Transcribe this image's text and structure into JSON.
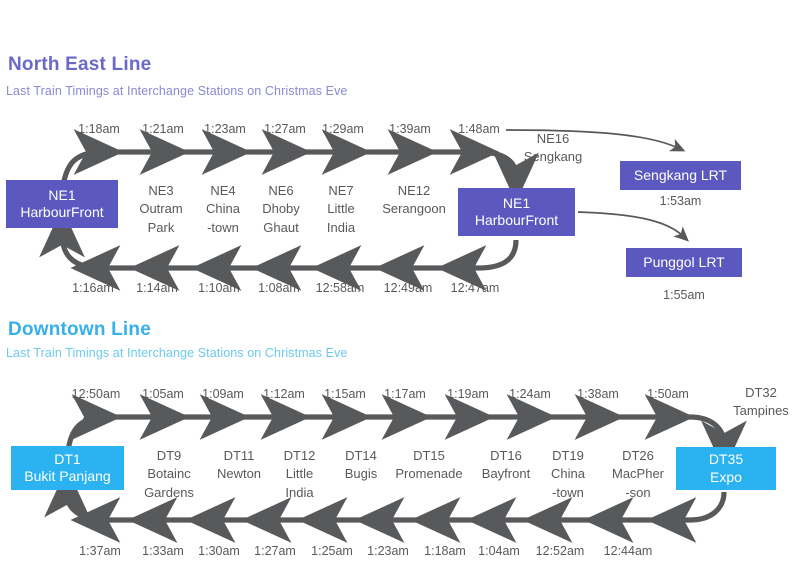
{
  "page": {
    "background": "#ffffff",
    "text_color": "#58595b"
  },
  "sections": [
    {
      "id": "north-east-line",
      "title": "North East Line",
      "subtitle": "Last Train Timings at Interchange Stations on Christmas Eve",
      "title_color": "#6a69c8",
      "subtitle_color": "#8a89d4",
      "box_color": "#5b58c0",
      "terminus_left": {
        "code": "NE1",
        "name": "HarbourFront"
      },
      "terminus_right": {
        "code": "NE1",
        "name": "HarbourFront"
      },
      "branch_label": {
        "code": "NE16",
        "name": "Sengkang"
      },
      "stations": [
        {
          "code": "NE3",
          "name": "Outram",
          "name2": "Park"
        },
        {
          "code": "NE4",
          "name": "China",
          "name2": "-town"
        },
        {
          "code": "NE6",
          "name": "Dhoby",
          "name2": "Ghaut"
        },
        {
          "code": "NE7",
          "name": "Little",
          "name2": "India"
        },
        {
          "code": "NE12",
          "name": "Serangoon",
          "name2": ""
        }
      ],
      "times_top": [
        "1:18am",
        "1:21am",
        "1:23am",
        "1:27am",
        "1:29am",
        "1:39am",
        "1:48am"
      ],
      "times_bottom": [
        "1:16am",
        "1:14am",
        "1:10am",
        "1:08am",
        "12:58am",
        "12:49am",
        "12:47am"
      ],
      "branches": [
        {
          "label": "Sengkang LRT",
          "time": "1:53am"
        },
        {
          "label": "Punggol LRT",
          "time": "1:55am"
        }
      ]
    },
    {
      "id": "downtown-line",
      "title": "Downtown Line",
      "subtitle": "Last Train Timings at Interchange Stations on Christmas Eve",
      "title_color": "#37b0ea",
      "subtitle_color": "#6cc9f1",
      "box_color": "#2bb2f0",
      "terminus_left": {
        "code": "DT1",
        "name": "Bukit Panjang"
      },
      "terminus_right": {
        "code": "DT35",
        "name": "Expo"
      },
      "branch_label": {
        "code": "DT32",
        "name": "Tampines"
      },
      "stations": [
        {
          "code": "DT9",
          "name": "Botainc",
          "name2": "Gardens"
        },
        {
          "code": "DT11",
          "name": "Newton",
          "name2": ""
        },
        {
          "code": "DT12",
          "name": "Little",
          "name2": "India"
        },
        {
          "code": "DT14",
          "name": "Bugis",
          "name2": ""
        },
        {
          "code": "DT15",
          "name": "Promenade",
          "name2": ""
        },
        {
          "code": "DT16",
          "name": "Bayfront",
          "name2": ""
        },
        {
          "code": "DT19",
          "name": "China",
          "name2": "-town"
        },
        {
          "code": "DT26",
          "name": "MacPher",
          "name2": "-son"
        }
      ],
      "times_top": [
        "12:50am",
        "1:05am",
        "1:09am",
        "1:12am",
        "1:15am",
        "1:17am",
        "1:19am",
        "1:24am",
        "1:38am",
        "1:50am"
      ],
      "times_bottom": [
        "1:37am",
        "1:33am",
        "1:30am",
        "1:27am",
        "1:25am",
        "1:23am",
        "1:18am",
        "1:04am",
        "12:52am",
        "12:44am"
      ]
    }
  ]
}
